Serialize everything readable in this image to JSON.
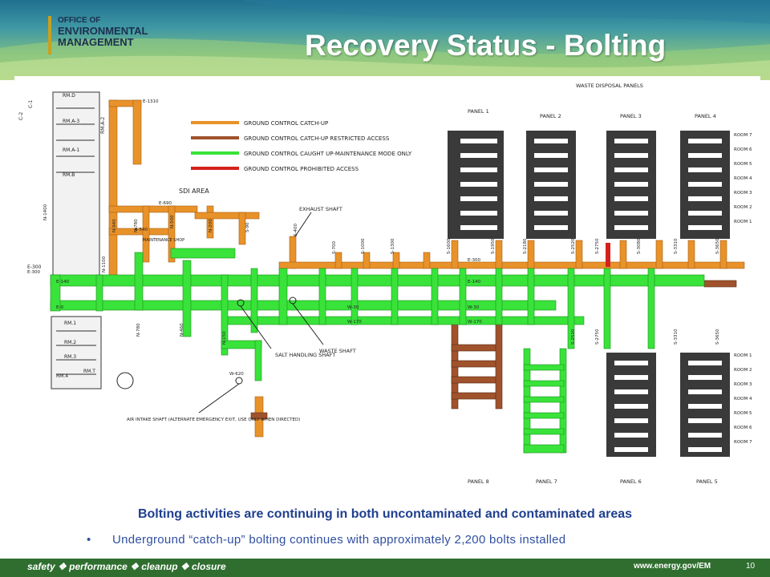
{
  "header": {
    "logo_line1": "OFFICE OF",
    "logo_line2": "ENVIRONMENTAL",
    "logo_line3": "MANAGEMENT",
    "title": "Recovery Status - Bolting"
  },
  "legend": [
    {
      "label": "GROUND CONTROL CATCH-UP",
      "color": "#e8922a"
    },
    {
      "label": "GROUND CONTROL CATCH-UP RESTRICTED ACCESS",
      "color": "#a0522d"
    },
    {
      "label": "GROUND CONTROL CAUGHT UP-MAINTENANCE MODE ONLY",
      "color": "#39e33a"
    },
    {
      "label": "GROUND CONTROL PROHIBITED ACCESS",
      "color": "#d4211b"
    }
  ],
  "map_labels": {
    "waste_disposal_panels": "WASTE DISPOSAL PANELS",
    "panels_top": [
      "PANEL 1",
      "PANEL 2",
      "PANEL 3",
      "PANEL 4"
    ],
    "panels_bottom": [
      "PANEL 8",
      "PANEL 7",
      "PANEL 6",
      "PANEL 5"
    ],
    "rooms_top": [
      "ROOM 7",
      "ROOM 6",
      "ROOM 5",
      "ROOM 4",
      "ROOM 3",
      "ROOM 2",
      "ROOM 1"
    ],
    "rooms_bottom": [
      "ROOM 1",
      "ROOM 2",
      "ROOM 3",
      "ROOM 4",
      "ROOM 5",
      "ROOM 6",
      "ROOM 7"
    ],
    "sdi_area": "SDI AREA",
    "exhaust_shaft": "EXHAUST SHAFT",
    "maintenance_shop": "MAINTENANCE SHOP",
    "salt_handling_shaft": "SALT HANDLING SHAFT",
    "waste_shaft": "WASTE SHAFT",
    "air_intake_shaft": "AIR INTAKE SHAFT (ALTERNATE EMERGENCY EXIT, USE ONLY WHEN DIRECTED)",
    "drifts_east_west": [
      "E-1310",
      "E-690",
      "E-540",
      "E-300",
      "E-140",
      "E-0",
      "W-30",
      "W-170",
      "W-620",
      "E-300",
      "E-140",
      "W-30",
      "W-170"
    ],
    "drifts_ns": [
      "N-1400",
      "N-1100",
      "N-940",
      "N-780",
      "N-780",
      "N-460",
      "N-150",
      "N-500",
      "N-200",
      "S-90",
      "S-400",
      "S-700",
      "S-1000",
      "S-1300",
      "S-1600",
      "S-1950",
      "S-2180",
      "S-2520",
      "S-2750",
      "S-3080",
      "S-3310",
      "S-3650",
      "S-2520",
      "S-2750",
      "S-3310",
      "S-3650"
    ],
    "rooms_west": [
      "RM.D",
      "RM.A-3",
      "RM.A-1",
      "RM.B",
      "RM.1",
      "RM.2",
      "RM.3",
      "RM.4",
      "RM.T",
      "RM.A-2"
    ],
    "west_side_markers": [
      "C-2",
      "C-1",
      "E-300"
    ]
  },
  "caption": "Bolting activities are continuing in both uncontaminated and contaminated areas",
  "bullet": "Underground “catch-up” bolting continues with approximately 2,200 bolts installed",
  "footer": {
    "tagline": "safety ❖ performance ❖ cleanup ❖ closure",
    "url": "www.energy.gov/EM",
    "page_number": "10"
  }
}
